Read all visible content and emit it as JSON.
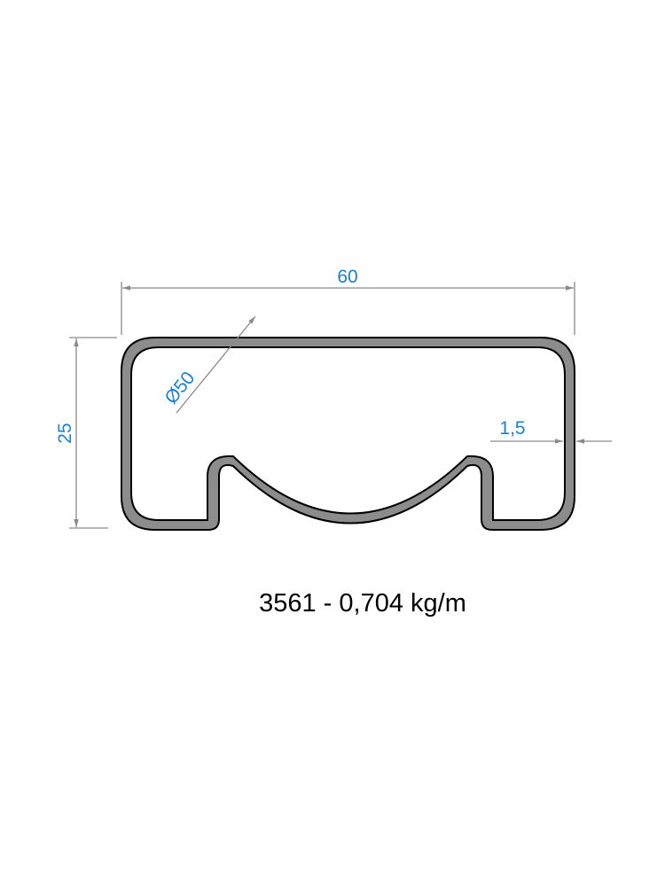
{
  "drawing": {
    "dimensions": {
      "width": "60",
      "height": "25",
      "diameter": "Ø50",
      "thickness": "1,5"
    },
    "caption": "3561 - 0,704 kg/m"
  },
  "colors": {
    "dimension_text": "#1a7fd6",
    "dimension_line": "#8a8a8a",
    "profile_fill": "#8c8c8c",
    "profile_outline": "#000000",
    "caption_text": "#000000",
    "background": "#ffffff"
  }
}
